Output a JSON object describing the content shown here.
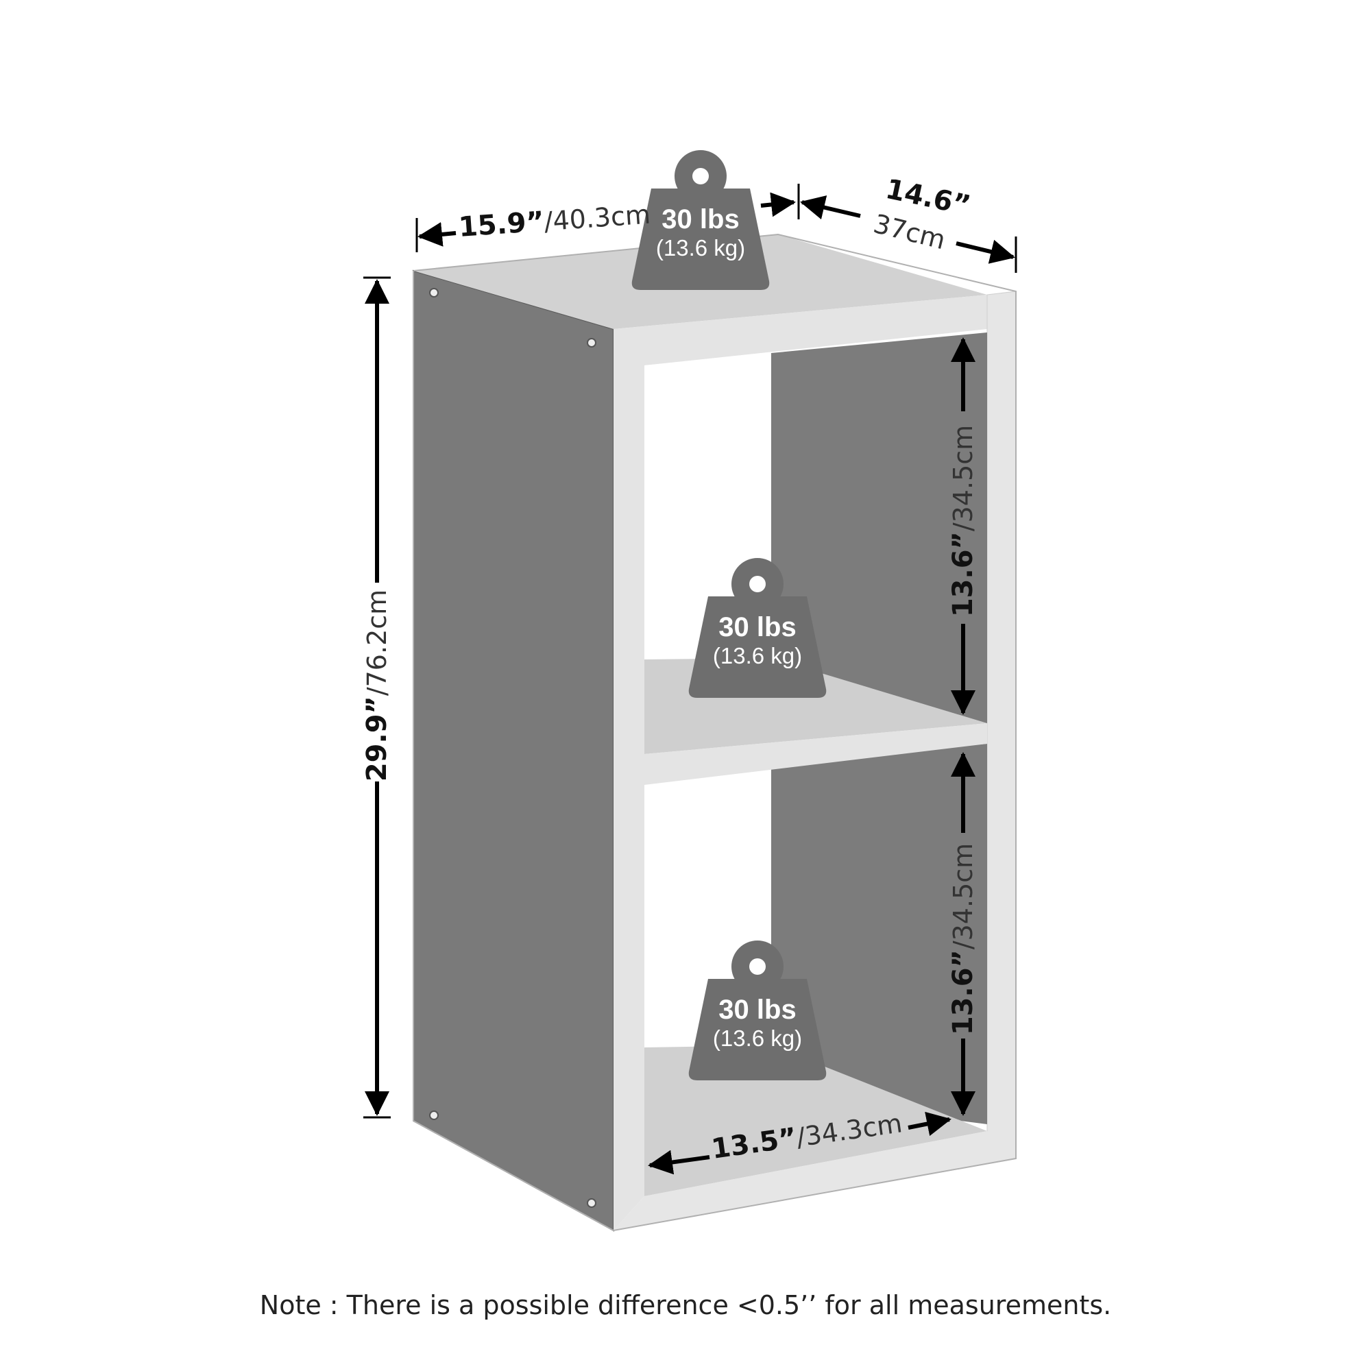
{
  "dimensions": {
    "width": {
      "inches": "15.9”",
      "cm": "/40.3cm"
    },
    "depth": {
      "inches": "14.6”",
      "cm": "37cm"
    },
    "height": {
      "inches": "29.9”",
      "cm": "/76.2cm"
    },
    "upper_cubby_height": {
      "inches": "13.6”",
      "cm": "/34.5cm"
    },
    "lower_cubby_height": {
      "inches": "13.6”",
      "cm": "/34.5cm"
    },
    "inner_width": {
      "inches": "13.5”",
      "cm": "/34.3cm"
    }
  },
  "weights": {
    "top": {
      "lbs": "30 lbs",
      "kg": "(13.6 kg)"
    },
    "middle": {
      "lbs": "30 lbs",
      "kg": "(13.6 kg)"
    },
    "bottom": {
      "lbs": "30 lbs",
      "kg": "(13.6 kg)"
    }
  },
  "note": "Note : There is a possible difference <0.5’’ for all measurements.",
  "colors": {
    "panel_dark": "#7a7a7a",
    "panel_light": "#cccccc",
    "edge_light": "#e2e2e2",
    "weight_icon": "#6e6e6e",
    "dimension_line": "#000000"
  },
  "icons": [
    "weight-icon",
    "arrow-icon"
  ]
}
